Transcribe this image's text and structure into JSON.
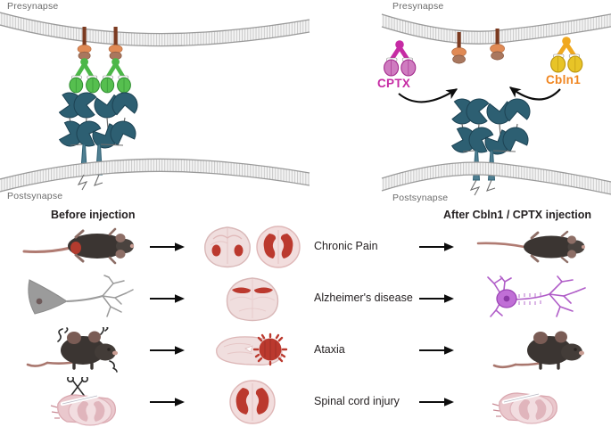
{
  "figure": {
    "schematic": {
      "left_panel": {
        "presynapse_label": "Presynapse",
        "postsynapse_label": "Postsynapse"
      },
      "right_panel": {
        "presynapse_label": "Presynapse",
        "postsynapse_label": "Postsynapse",
        "molecules": [
          {
            "name": "CPTX",
            "label": "CPTX",
            "color": "#c62ba4"
          },
          {
            "name": "Cbln1",
            "label": "Cbln1",
            "color": "#f0851f"
          }
        ]
      },
      "colors": {
        "membrane": "#8a8a8a",
        "membrane_fill": "#f2f2f2",
        "neurexin_stalk": "#7b3a20",
        "bead_orange": "#e08a55",
        "bead_brown": "#a9775e",
        "cbln_green": "#4cb748",
        "receptor_teal": "#2d5f72",
        "channel_teal": "#4f7f92",
        "cptx_magenta": "#c62ba4",
        "cptx_light": "#cf7cc0",
        "cbln_yellow": "#e8c427"
      }
    },
    "columns": {
      "before_label": "Before injection",
      "after_label": "After Cbln1 / CPTX injection"
    },
    "rows": [
      {
        "id": "chronic-pain",
        "disease": "Chronic Pain",
        "before_art": "black-mouse-top-view",
        "middle_art": "coronal-brain-and-spinal-cord-section",
        "after_art": "black-mouse-top-view-healthy"
      },
      {
        "id": "alzheimers",
        "disease": "Alzheimer's disease",
        "before_art": "degenerating-gray-neuron",
        "middle_art": "coronal-brain-hippocampus-section",
        "after_art": "healthy-purple-neuron"
      },
      {
        "id": "ataxia",
        "disease": "Ataxia",
        "before_art": "tremoring-mouse-side-view",
        "middle_art": "sagittal-brain-cerebellum-section",
        "after_art": "calm-mouse-side-view"
      },
      {
        "id": "spinal-cord-injury",
        "disease": "Spinal cord injury",
        "before_art": "cut-spinal-cord-with-scissors",
        "middle_art": "spinal-cord-cross-section",
        "after_art": "repaired-spinal-cord"
      }
    ],
    "arrow_color": "#0d0d0d"
  }
}
